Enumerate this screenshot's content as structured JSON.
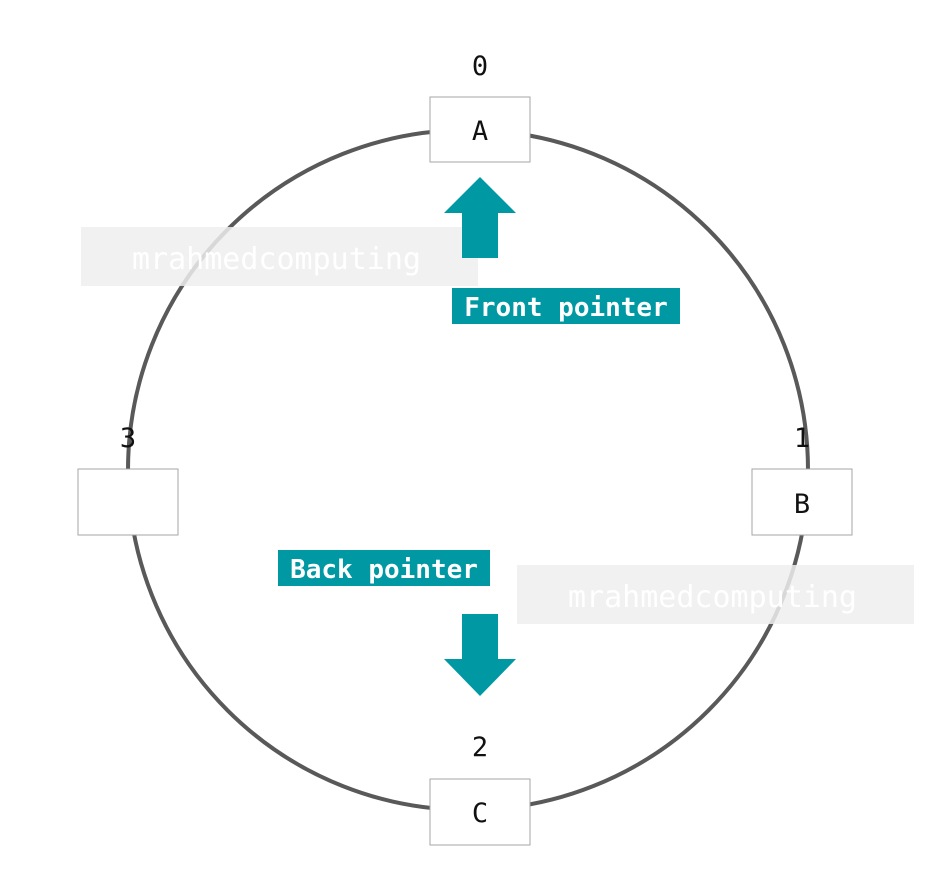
{
  "colors": {
    "ring": "#595959",
    "accent": "#0099a3",
    "box_border": "#a6a6a6",
    "watermark_bg": "#eeeeee"
  },
  "queue": {
    "slots": [
      {
        "index": "0",
        "value": "A"
      },
      {
        "index": "1",
        "value": "B"
      },
      {
        "index": "2",
        "value": "C"
      },
      {
        "index": "3",
        "value": ""
      }
    ]
  },
  "pointers": {
    "front_label": "Front pointer",
    "back_label": "Back pointer"
  },
  "watermark": {
    "text": "mrahmedcomputing"
  }
}
